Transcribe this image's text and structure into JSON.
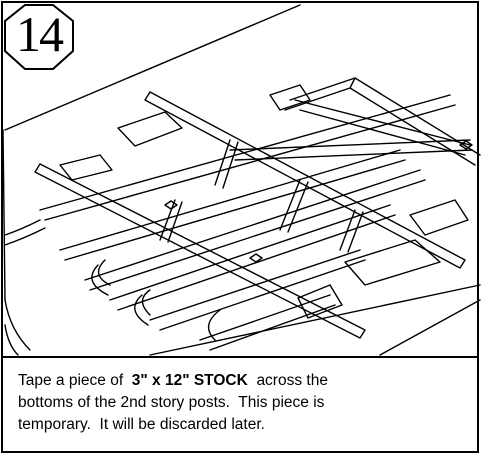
{
  "step": {
    "number": "14"
  },
  "illustration": {
    "subject": "3\" x 12\" stock taped across 2nd story posts"
  },
  "instructions": {
    "line1_before": "Tape a piece of  ",
    "line1_stock": "3\" x 12\" STOCK",
    "line1_after": "  across the",
    "line2": "bottoms of the 2nd story posts.  This piece is",
    "line3": "temporary.  It will be discarded later."
  }
}
